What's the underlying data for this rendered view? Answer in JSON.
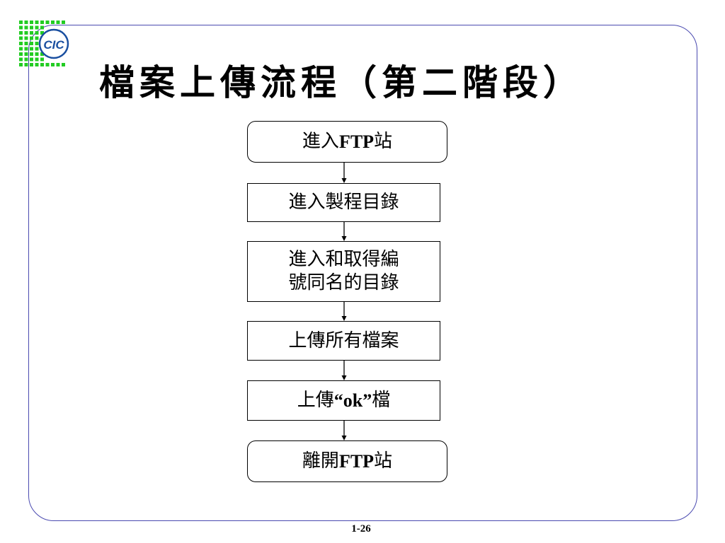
{
  "logo": {
    "text": "CIC",
    "icon": "cic-logo-icon",
    "accent": "#22cc22",
    "ring": "#1a4fa0"
  },
  "title": "檔案上傳流程（第二階段）",
  "steps": [
    {
      "id": "enter-ftp",
      "label": "進入FTP站",
      "shape": "rounded"
    },
    {
      "id": "enter-process-dir",
      "label": "進入製程目錄",
      "shape": "rect"
    },
    {
      "id": "enter-numbered-dir",
      "label": "進入和取得編\n號同名的目錄",
      "shape": "rect"
    },
    {
      "id": "upload-all",
      "label": "上傳所有檔案",
      "shape": "rect"
    },
    {
      "id": "upload-ok",
      "label": "上傳“ok”檔",
      "shape": "rect"
    },
    {
      "id": "leave-ftp",
      "label": "離開FTP站",
      "shape": "rounded"
    }
  ],
  "edges": [
    [
      "enter-ftp",
      "enter-process-dir"
    ],
    [
      "enter-process-dir",
      "enter-numbered-dir"
    ],
    [
      "enter-numbered-dir",
      "upload-all"
    ],
    [
      "upload-all",
      "upload-ok"
    ],
    [
      "upload-ok",
      "leave-ftp"
    ]
  ],
  "page_number": "1-26",
  "colors": {
    "frame": "#4a4ab0",
    "text": "#000000"
  }
}
